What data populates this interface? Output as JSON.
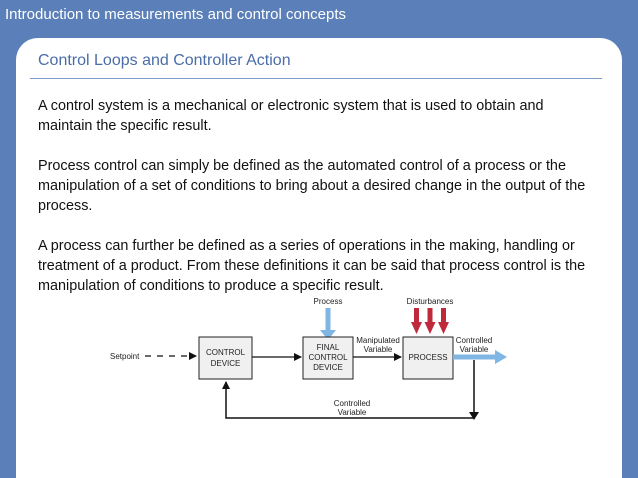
{
  "header": {
    "breadcrumb": "Introduction to measurements and control concepts"
  },
  "slide": {
    "title": "Control Loops and Controller Action",
    "paragraphs": [
      "A control system is a mechanical or electronic system that is used to obtain and maintain the specific result.",
      "Process control can simply be defined as the automated control of a process or the manipulation of a set of conditions to bring about a desired change in the output of the process.",
      "A process can further be defined as a series of operations in the making, handling or treatment of a product.  From these definitions it can be said that process control is the manipulation of conditions to produce a specific result."
    ]
  },
  "diagram": {
    "process_label": "Process",
    "disturbances_label": "Disturbances",
    "setpoint_label": "Setpoint",
    "control_device_line1": "CONTROL",
    "control_device_line2": "DEVICE",
    "final_line1": "FINAL",
    "final_line2": "CONTROL",
    "final_line3": "DEVICE",
    "process_box_label": "PROCESS",
    "manipulated_line1": "Manipulated",
    "manipulated_line2": "Variable",
    "controlled_top_line1": "Controlled",
    "controlled_top_line2": "Variable",
    "controlled_bottom_line1": "Controlled",
    "controlled_bottom_line2": "Variable",
    "colors": {
      "disturbance_arrow": "#c0283c",
      "process_arrow": "#7fb6e3",
      "box_fill": "#f0f0f0"
    }
  }
}
